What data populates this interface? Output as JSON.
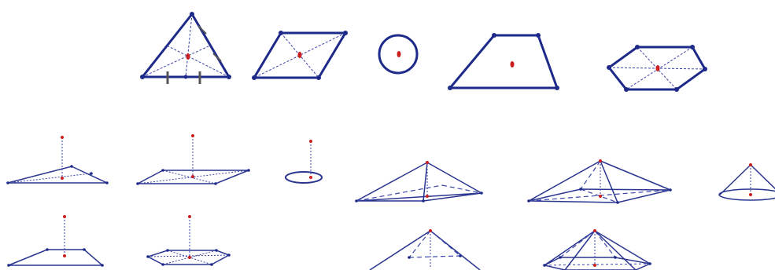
{
  "colors": {
    "edge": "#1e2a8a",
    "edge_light": "#3a45a8",
    "hidden": "#3a45a8",
    "center": "#cc1f1f",
    "tick": "#555555",
    "background": "#ffffff"
  },
  "figures": {
    "planar": [
      "triangle-centroid",
      "parallelogram-center",
      "circle-center",
      "trapezoid-centroid",
      "hexagon-center"
    ],
    "solids": [
      "triangle-base-with-apex",
      "parallelogram-base-with-apex",
      "circle-base-with-apex",
      "quadrilateral-base-with-apex",
      "hexagon-base-with-apex",
      "triangular-pyramid",
      "quadrilateral-pyramid",
      "cone",
      "trapezoid-pyramid",
      "hexagonal-pyramid"
    ]
  }
}
